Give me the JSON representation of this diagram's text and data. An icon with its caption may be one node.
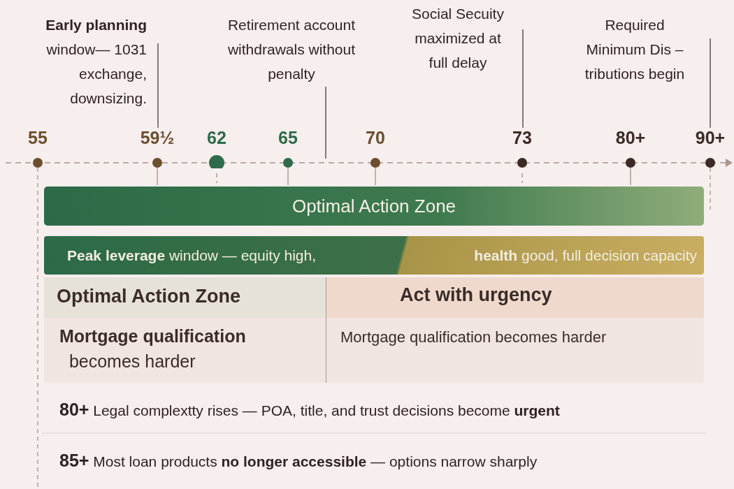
{
  "diagram": {
    "nodes": [
      {
        "text": [
          "**Early planning** window— 1031 exchange, downsizing."
        ]
      },
      {
        "text": [
          "Retirement account withdrawals without penalty"
        ]
      },
      {
        "text": [
          "Social Secuity maximized at full delay"
        ]
      },
      {
        "text": [
          "Required Minimum Dis – tributions begin"
        ]
      },
      {
        "text": [],
        "shape": "circle",
        "beside": [
          "55"
        ]
      },
      {
        "text": [],
        "shape": "circle",
        "beside": [
          "59½"
        ]
      },
      {
        "text": [],
        "shape": "circle",
        "beside": [
          "62"
        ]
      },
      {
        "text": [],
        "shape": "circle",
        "beside": [
          "65"
        ]
      },
      {
        "text": [],
        "shape": "circle",
        "beside": [
          "70"
        ]
      },
      {
        "text": [],
        "shape": "circle",
        "beside": [
          "73"
        ]
      },
      {
        "text": [],
        "shape": "circle",
        "beside": [
          "80+"
        ]
      },
      {
        "text": [],
        "shape": "circle",
        "beside": [
          "90+"
        ]
      },
      {
        "text": [
          "Optimal Action Zone"
        ]
      },
      {
        "text": [
          "**Peak leverage** window — equity high,",
          "**health** good, full decision capacity"
        ]
      },
      {
        "text": [
          "Optimal Action Zone",
          "**Mortgage qualification** becomes harder"
        ]
      },
      {
        "text": [
          "Act with urgency",
          "Mortgage qualification becomes harder"
        ]
      }
    ],
    "edges": [
      {
        "from": 0,
        "to": 5,
        "arrow": "none"
      },
      {
        "from": 1,
        "to": null,
        "arrow": "none"
      },
      {
        "from": 2,
        "to": 9,
        "arrow": "none"
      },
      {
        "from": 3,
        "to": 11,
        "arrow": "none"
      }
    ],
    "labels": [
      "**80+** Legal complextty rises — POA, title, and trust decisions become **urgent**",
      "**85+** Most loan products **no longer accessible** — options narrow sharply"
    ]
  }
}
